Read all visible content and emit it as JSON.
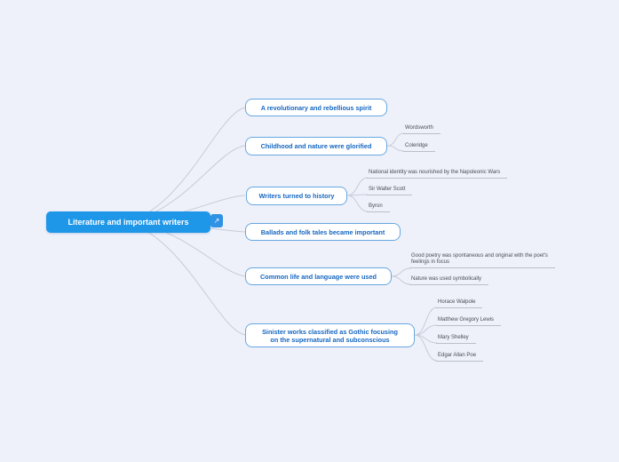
{
  "colors": {
    "background": "#eef1fa",
    "root_fill": "#1e97e8",
    "root_text": "#ffffff",
    "branch_border": "#66a7e0",
    "branch_text": "#1667c1",
    "connector": "#c7cbd6",
    "leaf_text": "#474c55"
  },
  "root": {
    "label": "Literature and important writers",
    "badge_icon": "branch-arrow-icon",
    "badge_glyph": "↗"
  },
  "branches": [
    {
      "label": "A revolutionary and rebellious spirit",
      "children": []
    },
    {
      "label": "Childhood and nature were glorified",
      "children": [
        {
          "label": "Wordsworth"
        },
        {
          "label": "Coleridge"
        }
      ]
    },
    {
      "label": "Writers turned to history",
      "children": [
        {
          "label": "National identity was nourished by the Napoleonic Wars"
        },
        {
          "label": "Sir Walter Scott"
        },
        {
          "label": "Byron"
        }
      ]
    },
    {
      "label": "Ballads and folk tales became important",
      "children": []
    },
    {
      "label": "Common life and language were used",
      "children": [
        {
          "label": "Good poetry was spontaneous and original with the poet's feelings in focus",
          "lines": [
            "Good poetry was spontaneous and original with the poet's",
            "feelings in focus"
          ]
        },
        {
          "label": "Nature was used symbolically"
        }
      ]
    },
    {
      "label": "Sinister works classified as Gothic focusing on the supernatural and subconscious",
      "label_lines": [
        "Sinister works classified as Gothic focusing",
        "on the supernatural and subconscious"
      ],
      "children": [
        {
          "label": "Horace Walpole"
        },
        {
          "label": "Matthew Gregory Lewis"
        },
        {
          "label": "Mary Shelley"
        },
        {
          "label": "Edgar Allan Poe"
        }
      ]
    }
  ]
}
